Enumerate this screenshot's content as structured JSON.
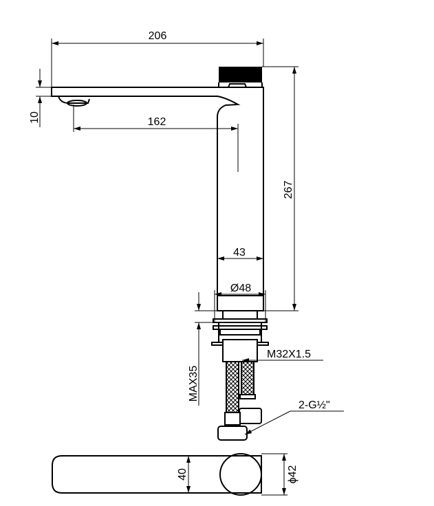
{
  "drawing": {
    "dimensions": {
      "overall_length": "206",
      "spout_thickness": "10",
      "spout_reach": "162",
      "overall_height": "267",
      "body_width": "43",
      "base_diameter": "Ø48",
      "max_deck_thickness": "MAX35",
      "thread": "M32X1.5",
      "connections": "2-G½\"",
      "plan_width": "40",
      "plan_diameter": "ϕ42"
    },
    "colors": {
      "line": "#000000",
      "background": "#ffffff"
    }
  }
}
